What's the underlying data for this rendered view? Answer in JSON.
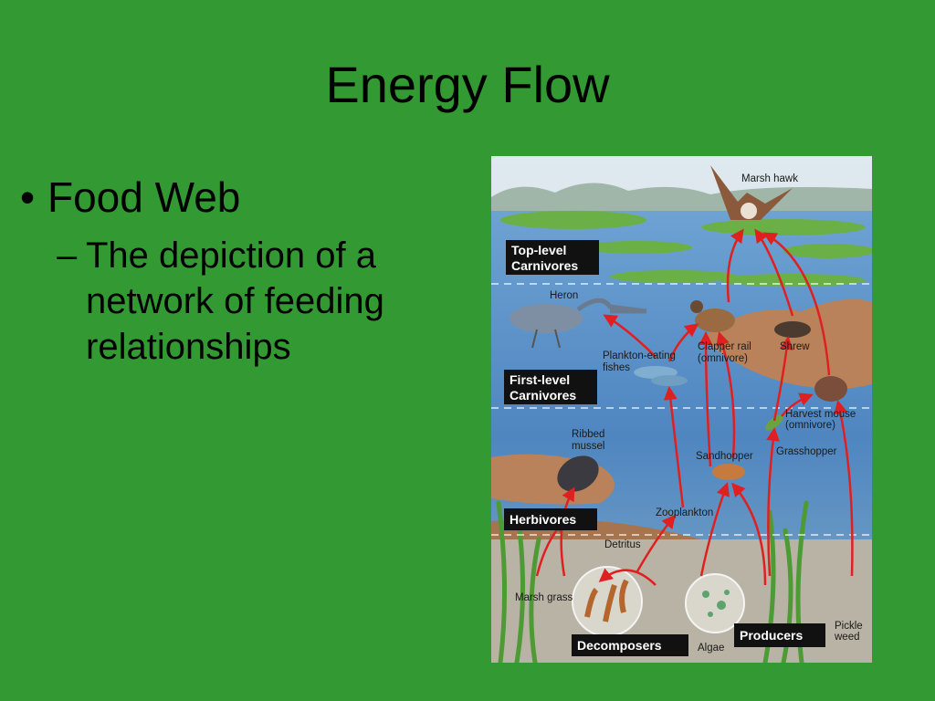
{
  "slide": {
    "title": "Energy Flow",
    "bullet": "Food Web",
    "sub_bullet_dash": "–",
    "sub_bullet": "The depiction of a network of feeding relationships"
  },
  "food_web": {
    "tiers": {
      "top_line1": "Top-level",
      "top_line2": "Carnivores",
      "first_line1": "First-level",
      "first_line2": "Carnivores",
      "herbivores": "Herbivores",
      "decomposers": "Decomposers",
      "producers": "Producers"
    },
    "organisms": {
      "marsh_hawk": "Marsh hawk",
      "heron": "Heron",
      "plankton_fish_1": "Plankton-eating",
      "plankton_fish_2": "fishes",
      "clapper_rail_1": "Clapper rail",
      "clapper_rail_2": "(omnivore)",
      "shrew": "Shrew",
      "harvest_mouse_1": "Harvest mouse",
      "harvest_mouse_2": "(omnivore)",
      "ribbed_mussel_1": "Ribbed",
      "ribbed_mussel_2": "mussel",
      "sandhopper": "Sandhopper",
      "grasshopper": "Grasshopper",
      "zooplankton": "Zooplankton",
      "detritus": "Detritus",
      "marsh_grass": "Marsh grass",
      "algae": "Algae",
      "pickle_weed_1": "Pickle",
      "pickle_weed_2": "weed"
    },
    "colors": {
      "arrow": "#e02020",
      "water": "#5b93c9",
      "marsh": "#5da33a",
      "mud": "#b9825a",
      "tier_box": "#111111"
    }
  }
}
